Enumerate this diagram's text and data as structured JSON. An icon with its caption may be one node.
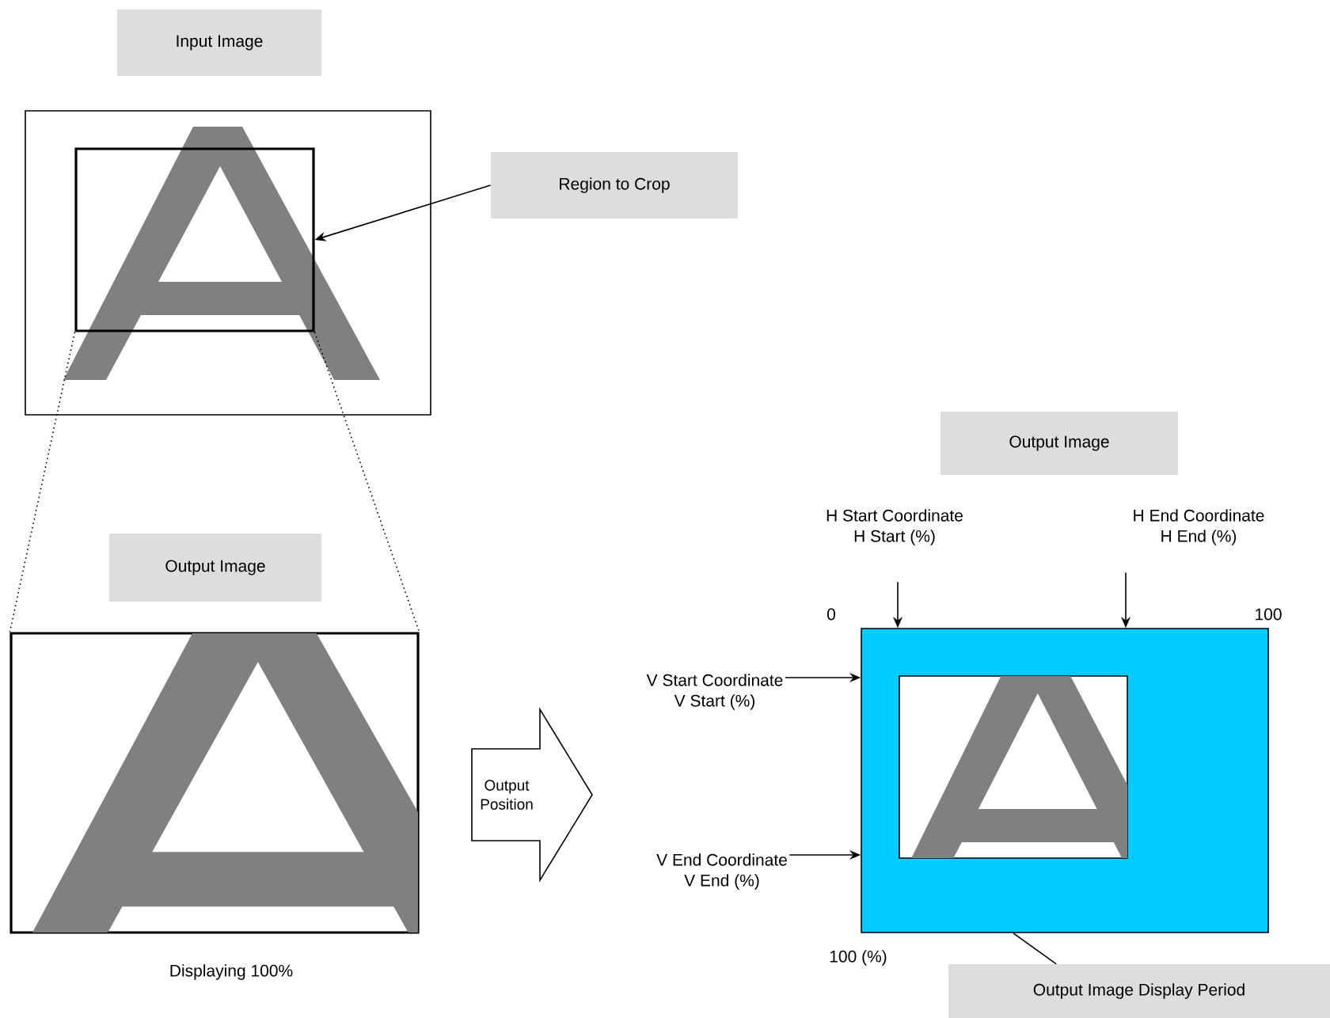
{
  "diagram": {
    "nodes": [
      {
        "text": [
          "Input Image"
        ]
      },
      {
        "text": [],
        "shape": "picture"
      },
      {
        "text": [],
        "shape": "box",
        "in": 1
      },
      {
        "text": [
          "Region to Crop"
        ]
      },
      {
        "text": [
          "Output Image"
        ]
      },
      {
        "text": [],
        "shape": "box"
      },
      {
        "text": [
          "Output Position"
        ]
      },
      {
        "text": [
          "Output Image"
        ]
      },
      {
        "text": [
          "H Start Coordinate",
          "H Start (%)"
        ]
      },
      {
        "text": [
          "H End Coordinate",
          "H End (%)"
        ]
      },
      {
        "text": [
          "V Start Coordinate",
          "V Start (%)"
        ]
      },
      {
        "text": [
          "V End Coordinate",
          "V End (%)"
        ]
      },
      {
        "text": [],
        "shape": "box"
      },
      {
        "text": [],
        "shape": "box",
        "in": 12
      },
      {
        "text": [
          "Output Image Display Period"
        ]
      }
    ],
    "edges": [
      {
        "from": 3,
        "to": 2,
        "arrow": "to"
      },
      {
        "from": 2,
        "to": 5,
        "arrow": "none",
        "style": "dashed"
      },
      {
        "from": 2,
        "to": 5,
        "arrow": "none",
        "style": "dashed"
      },
      {
        "from": 8,
        "to": 12,
        "arrow": "to"
      },
      {
        "from": 9,
        "to": 12,
        "arrow": "to"
      },
      {
        "from": 10,
        "to": 12,
        "arrow": "to"
      },
      {
        "from": 11,
        "to": 12,
        "arrow": "to"
      },
      {
        "from": 14,
        "to": 12,
        "arrow": "none"
      }
    ],
    "labels": [
      "Displaying 100%",
      "0",
      "100",
      "100 (%)"
    ]
  }
}
